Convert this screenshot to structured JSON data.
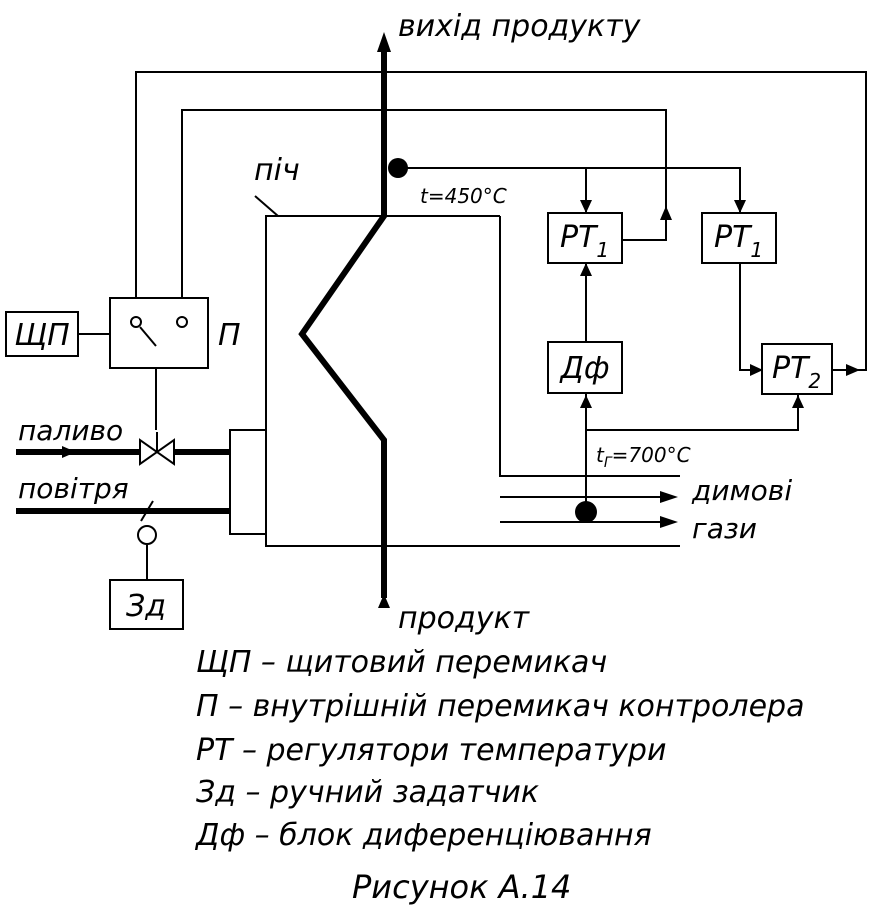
{
  "labels": {
    "product_out": "вихід продукту",
    "product_in": "продукт",
    "furnace": "піч",
    "temp_product": "t=450°C",
    "temp_gas_symbol": "t",
    "temp_gas_sub": "Г",
    "temp_gas_value": "=700°C",
    "fuel": "паливо",
    "air": "повітря",
    "flue": "димові",
    "gases": "гази"
  },
  "blocks": {
    "shchp": "ЩП",
    "p": "П",
    "zd": "Зд",
    "df": "Дф",
    "rt_a": {
      "main": "РТ",
      "sub": "1"
    },
    "rt_b": {
      "main": "РТ",
      "sub": "1"
    },
    "rt_2": {
      "main": "РТ",
      "sub": "2"
    }
  },
  "legend": [
    "ЩП – щитовий перемикач",
    "П – внутрішній перемикач контролера",
    "РТ – регулятори температури",
    "Зд – ручний задатчик",
    "Дф – блок диференціювання"
  ],
  "caption": "Рисунок А.14"
}
